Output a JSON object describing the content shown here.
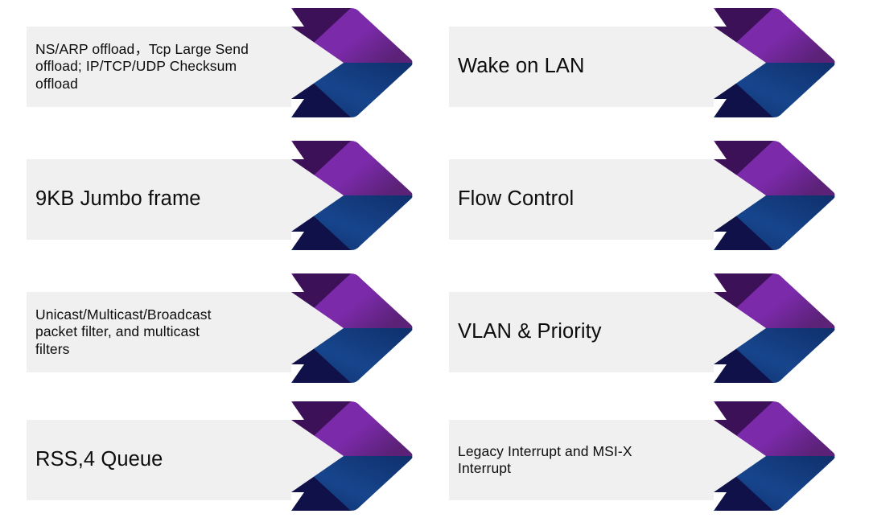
{
  "palette": {
    "plate": "#f0f0f0",
    "purple_face": "#7b2aa9",
    "purple_face_dark": "#5b2278",
    "purple_fold": "#3c1158",
    "blue_face": "#17458d",
    "blue_face_dark": "#0f2f6b",
    "blue_fold": "#101148",
    "text": "#0d0d0d",
    "background": "#ffffff"
  },
  "diagram": {
    "type": "chevron-list",
    "columns": 2,
    "rows": 4,
    "items": [
      {
        "id": "ns-arp-offload",
        "name": "offload-features",
        "text": "NS/ARP offload，Tcp Large Send\noffload; IP/TCP/UDP Checksum\noffload",
        "size": "small",
        "column": "left",
        "row": 1
      },
      {
        "id": "wake-on-lan",
        "name": "wake-on-lan",
        "text": "Wake on LAN",
        "size": "big",
        "column": "right",
        "row": 1
      },
      {
        "id": "jumbo-frame",
        "name": "jumbo-frame",
        "text": "9KB Jumbo frame",
        "size": "big",
        "column": "left",
        "row": 2
      },
      {
        "id": "flow-control",
        "name": "flow-control",
        "text": "Flow Control",
        "size": "big",
        "column": "right",
        "row": 2
      },
      {
        "id": "packet-filter",
        "name": "packet-filter",
        "text": "Unicast/Multicast/Broadcast\npacket filter, and multicast\nfilters",
        "size": "small",
        "column": "left",
        "row": 3
      },
      {
        "id": "vlan-priority",
        "name": "vlan-priority",
        "text": "VLAN & Priority",
        "size": "big",
        "column": "right",
        "row": 3
      },
      {
        "id": "rss-queue",
        "name": "rss-queue",
        "text": "RSS,4 Queue",
        "size": "big",
        "column": "left",
        "row": 4
      },
      {
        "id": "interrupts",
        "name": "interrupts",
        "text": "Legacy Interrupt and MSI-X\nInterrupt",
        "size": "small",
        "column": "right",
        "row": 4
      }
    ]
  }
}
